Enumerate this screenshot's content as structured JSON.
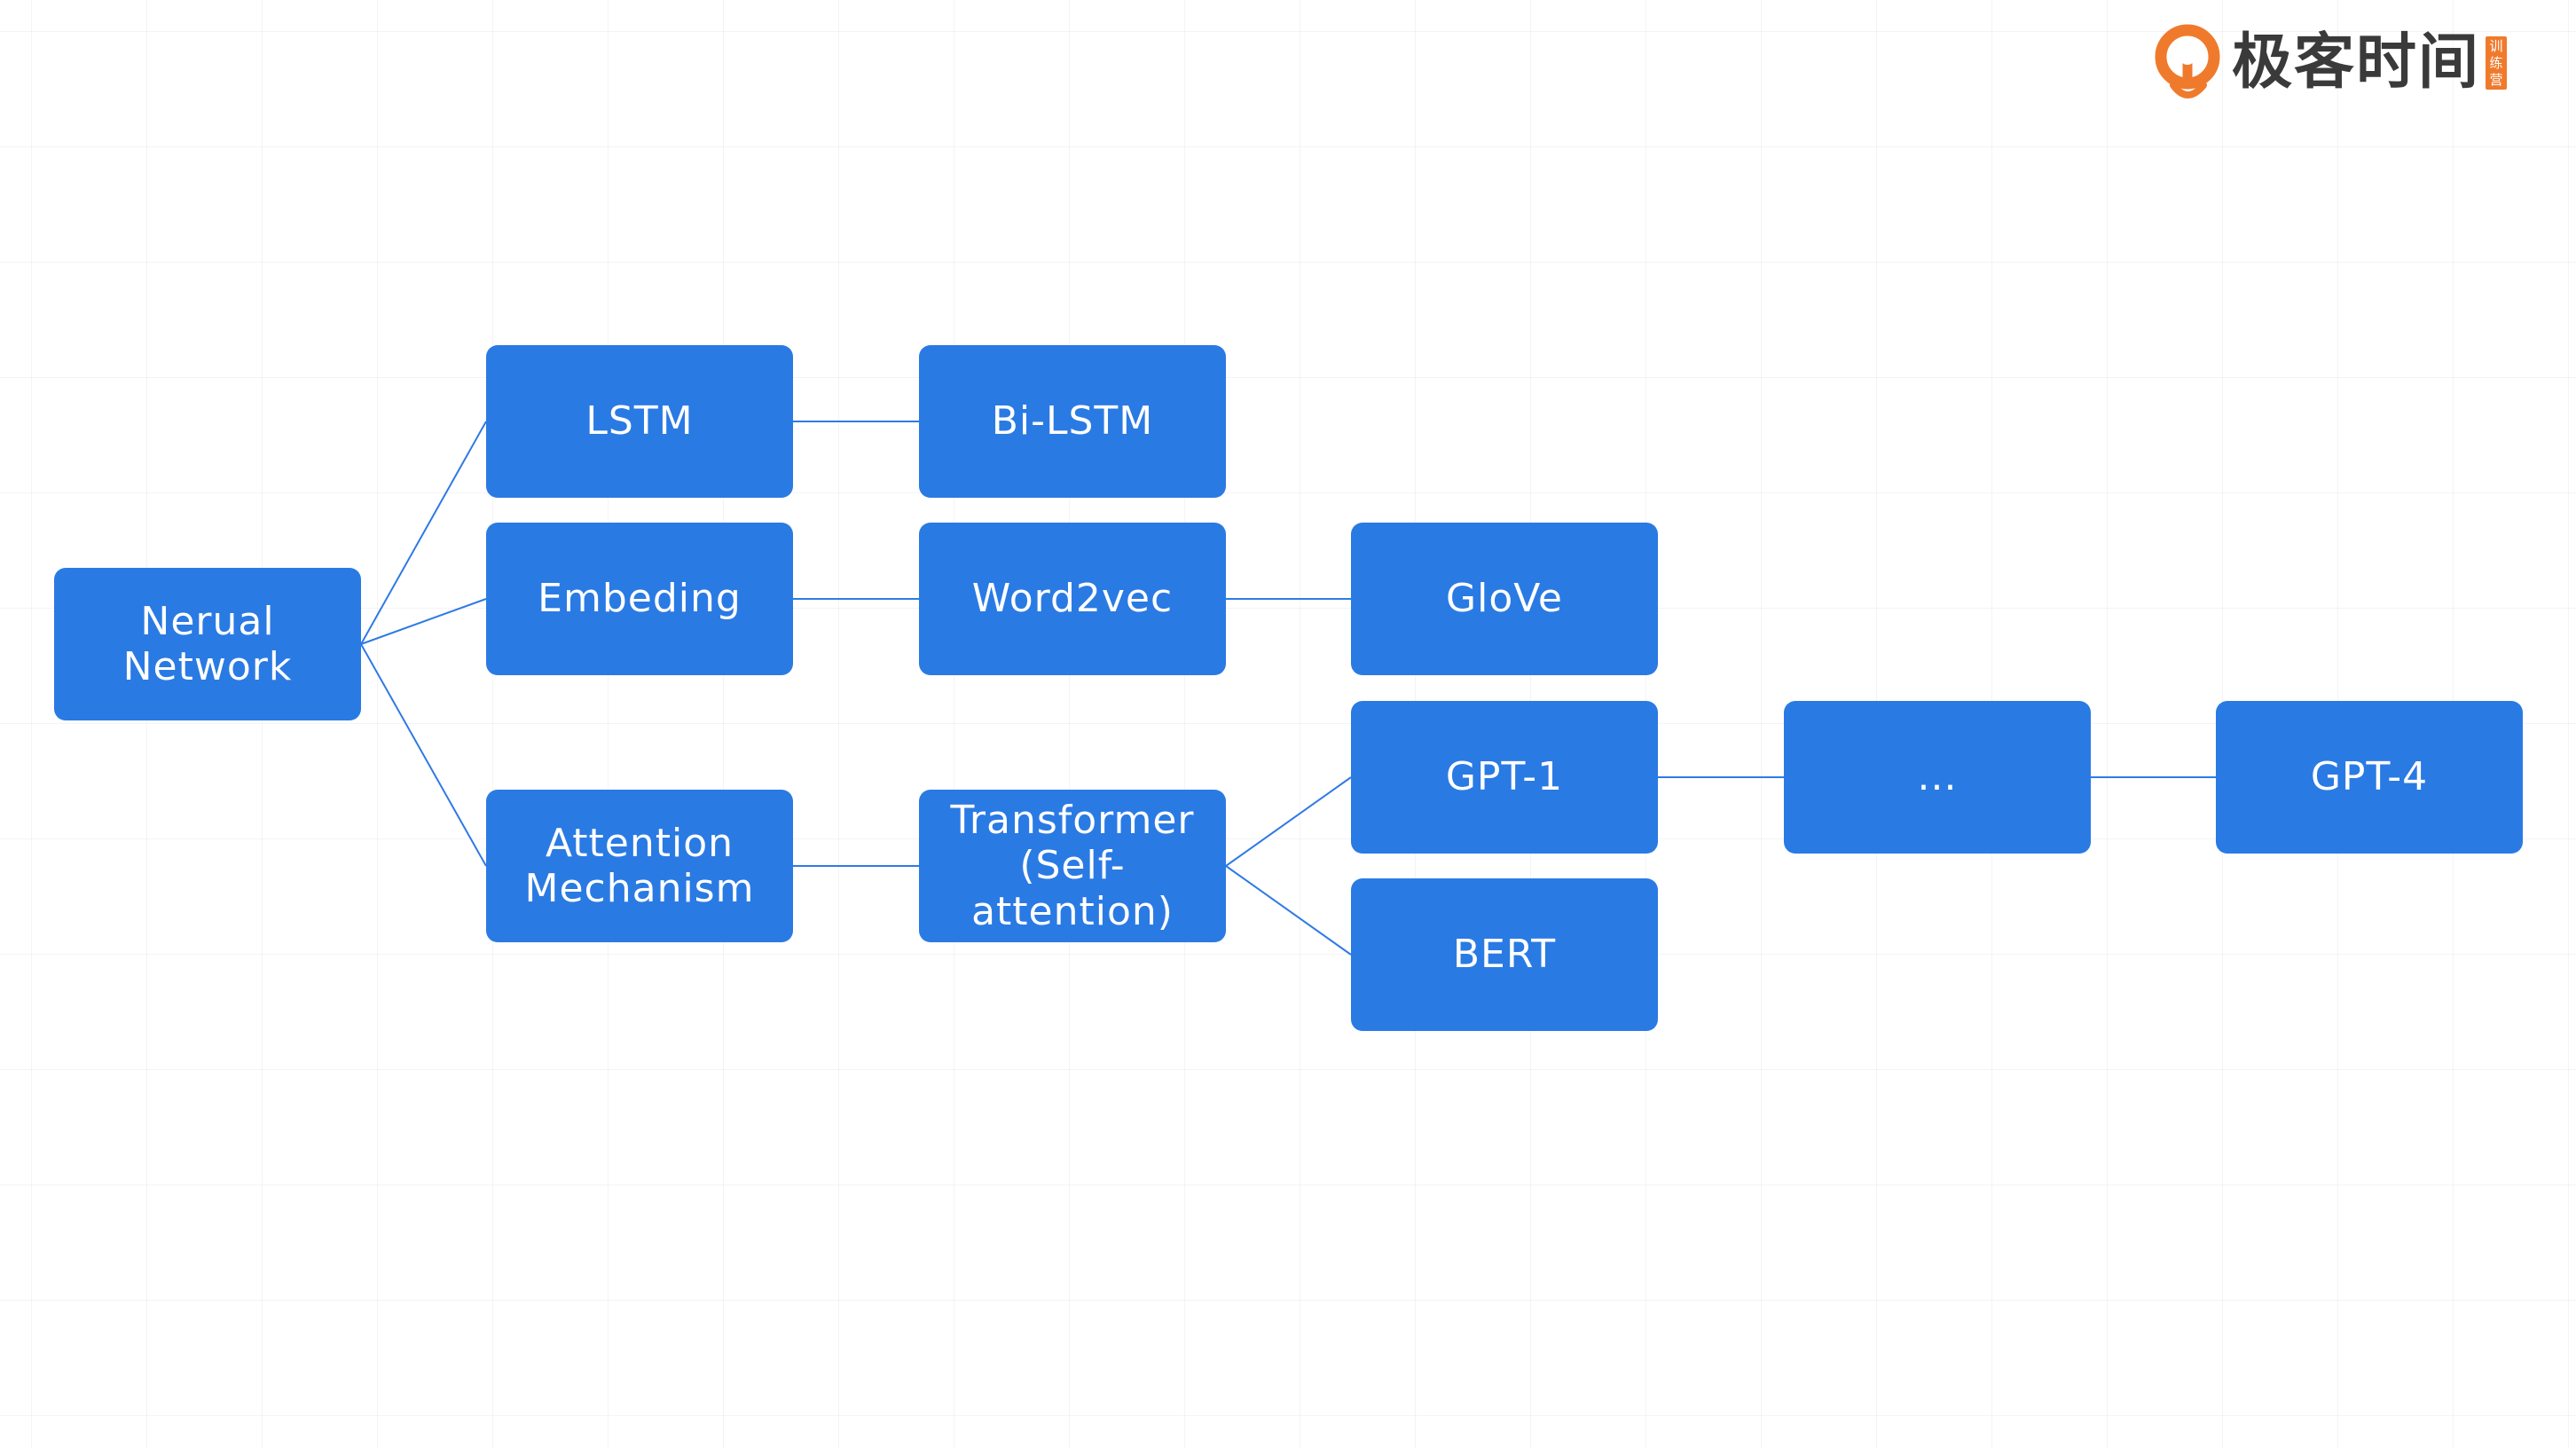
{
  "brand": {
    "name": "极客时间",
    "tag": "训练营",
    "accent_color": "#f07a2c"
  },
  "diagram": {
    "node_color": "#2a7ae4",
    "edge_color": "#2f7ae5",
    "nodes": {
      "neural_network": "Nerual\nNetwork",
      "lstm": "LSTM",
      "embeding": "Embeding",
      "attention": "Attention\nMechanism",
      "bi_lstm": "Bi-LSTM",
      "word2vec": "Word2vec",
      "transformer": "Transformer\n(Self-attention)",
      "glove": "GloVe",
      "gpt1": "GPT-1",
      "bert": "BERT",
      "ellipsis": "...",
      "gpt4": "GPT-4"
    },
    "edges": [
      [
        "neural_network",
        "lstm"
      ],
      [
        "neural_network",
        "embeding"
      ],
      [
        "neural_network",
        "attention"
      ],
      [
        "lstm",
        "bi_lstm"
      ],
      [
        "embeding",
        "word2vec"
      ],
      [
        "word2vec",
        "glove"
      ],
      [
        "attention",
        "transformer"
      ],
      [
        "transformer",
        "gpt1"
      ],
      [
        "transformer",
        "bert"
      ],
      [
        "gpt1",
        "ellipsis"
      ],
      [
        "ellipsis",
        "gpt4"
      ]
    ]
  }
}
